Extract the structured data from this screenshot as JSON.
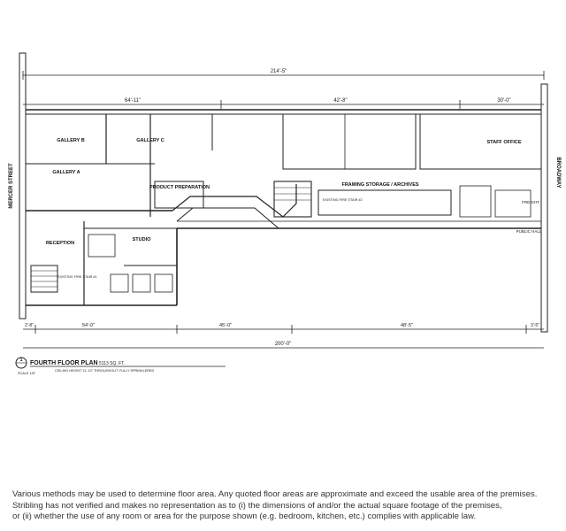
{
  "plan": {
    "title": "FOURTH FLOOR PLAN",
    "area": "5113 SQ. FT.",
    "title_note": "CEILING HEIGHT 11'-10\" THROUGHOUT, FULLY SPRINKLERED",
    "scale": "SCALE 1/8\"",
    "drawing_number": "1",
    "dim_top_overall": "214'-5\"",
    "dim_top_left": "64'-11\"",
    "dim_top_mid": "42'-8\"",
    "dim_top_right": "30'-0\"",
    "dim_bottom_overall": "200'-0\"",
    "dim_bottom_1": "2'-8\"",
    "dim_bottom_2": "54'-0\"",
    "dim_bottom_3": "45'-0\"",
    "dim_bottom_4": "48'-5\"",
    "dim_bottom_5": "3'-5\"",
    "street_left": "MERCER STREET",
    "street_right": "BROADWAY",
    "rooms": {
      "gallery_b": "GALLERY B",
      "gallery_c": "GALLERY C",
      "gallery_a": "GALLERY A",
      "reception": "RECEPTION",
      "studio": "STUDIO",
      "product_preparation": "PRODUCT PREPARATION",
      "framing_storage": "FRAMING STORAGE / ARCHIVES",
      "staff_office": "STAFF OFFICE",
      "existing_fire_stair_1": "EXISTING FIRE STAIR #1",
      "existing_fire_stair_2": "EXISTING FIRE STAIR #2",
      "public_hall": "PUBLIC HALL",
      "freight": "FREIGHT"
    }
  },
  "disclaimer": {
    "line1": "Various methods may be used to determine floor area.  Any quoted floor areas are approximate and exceed the usable area of the premises.",
    "line2": "Stribling has not verified and makes no representation as to (i) the dimensions of and/or the actual square footage of the premises,",
    "line3": "or (ii) whether the use of any room or area for the purpose shown (e.g. bedroom, kitchen, etc.) complies with applicable law."
  },
  "colors": {
    "ink": "#222222",
    "paper": "#ffffff",
    "text": "#333333"
  }
}
